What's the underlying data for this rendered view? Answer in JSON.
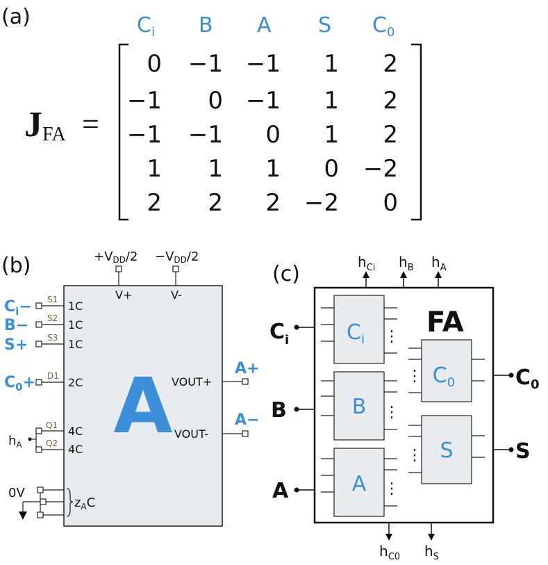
{
  "panel_a": {
    "label": "(a)",
    "matrix_symbol": "J",
    "matrix_subscript": "FA",
    "equals": "=",
    "col_headers": [
      "C",
      "B",
      "A",
      "S",
      "C"
    ],
    "col_header_subs": [
      "i",
      "",
      "",
      "",
      "0"
    ],
    "rows": [
      [
        "0",
        "−1",
        "−1",
        "1",
        "2"
      ],
      [
        "−1",
        "0",
        "−1",
        "1",
        "2"
      ],
      [
        "−1",
        "−1",
        "0",
        "1",
        "2"
      ],
      [
        "1",
        "1",
        "1",
        "0",
        "−2"
      ],
      [
        "2",
        "2",
        "2",
        "−2",
        "0"
      ]
    ]
  },
  "panel_b": {
    "label": "(b)",
    "chip_letter": "A",
    "supply_pos": "+V",
    "supply_pos_sub": "DD",
    "supply_pos_tail": "/2",
    "supply_neg": "−V",
    "supply_neg_sub": "DD",
    "supply_neg_tail": "/2",
    "vplus": "V+",
    "vminus": "V-",
    "inputs": {
      "ci_main": "C",
      "ci_sub": "i",
      "ci_sign": "−",
      "b": "B−",
      "s": "S+",
      "c0_main": "C",
      "c0_sub": "0",
      "c0_sign": "+"
    },
    "switches": [
      "S1",
      "S2",
      "S3",
      "D1",
      "Q1",
      "Q2"
    ],
    "caps": [
      "1C",
      "1C",
      "1C",
      "2C",
      "4C",
      "4C"
    ],
    "ha_main": "h",
    "ha_sub": "A",
    "zero_v": "0V",
    "za_main": "z",
    "za_sub": "A",
    "za_tail": "C",
    "vout_plus": "VOUT+",
    "vout_minus": "VOUT-",
    "out_plus": "A+",
    "out_minus": "A−"
  },
  "panel_c": {
    "label": "(c)",
    "title": "FA",
    "h_top": [
      {
        "main": "h",
        "sub": "Ci"
      },
      {
        "main": "h",
        "sub": "B"
      },
      {
        "main": "h",
        "sub": "A"
      }
    ],
    "h_bottom": [
      {
        "main": "h",
        "sub": "C0"
      },
      {
        "main": "h",
        "sub": "S"
      }
    ],
    "inputs": [
      {
        "main": "C",
        "sub": "i"
      },
      {
        "main": "B",
        "sub": ""
      },
      {
        "main": "A",
        "sub": ""
      }
    ],
    "outputs": [
      {
        "main": "C",
        "sub": "0"
      },
      {
        "main": "S",
        "sub": ""
      }
    ],
    "blocks": [
      {
        "main": "C",
        "sub": "i"
      },
      {
        "main": "B",
        "sub": ""
      },
      {
        "main": "A",
        "sub": ""
      },
      {
        "main": "C",
        "sub": "0"
      },
      {
        "main": "S",
        "sub": ""
      }
    ],
    "dots": "⋮"
  },
  "colors": {
    "accent": "#3b8fd9",
    "switch_label": "#8a5a2b",
    "chip_fill": "#e8ecee"
  }
}
